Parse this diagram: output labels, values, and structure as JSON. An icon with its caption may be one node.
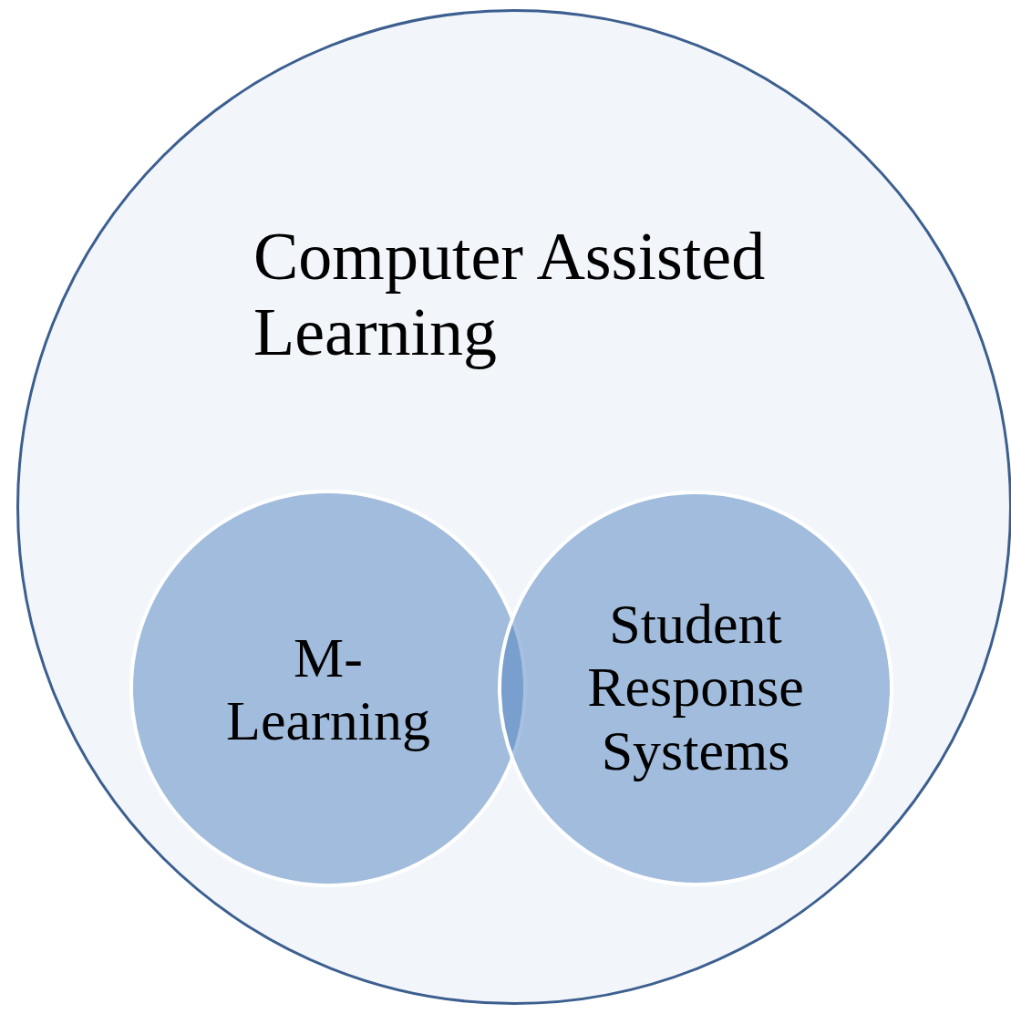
{
  "diagram": {
    "nodes": [
      {
        "text": [
          "Computer Assisted Learning"
        ]
      },
      {
        "text": [
          "M- Learning"
        ],
        "in": 0
      },
      {
        "text": [
          "Student Response Systems"
        ],
        "in": 0
      }
    ]
  }
}
